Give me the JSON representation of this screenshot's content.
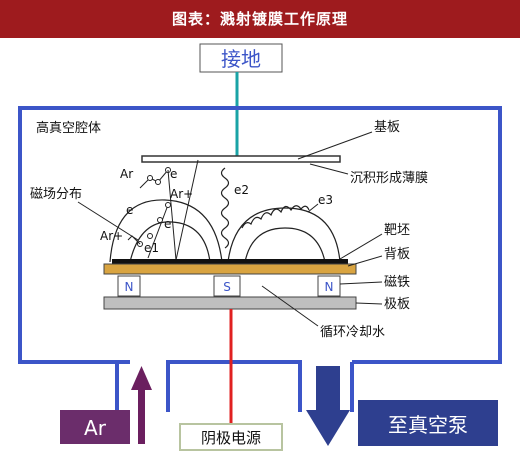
{
  "header": {
    "title": "图表：溅射镀膜工作原理"
  },
  "labels": {
    "ground": "接地",
    "chamber": "高真空腔体",
    "substrate": "基板",
    "deposition": "沉积形成薄膜",
    "magnetic_field": "磁场分布",
    "target": "靶坯",
    "backing_plate": "背板",
    "magnet": "磁铁",
    "pole_plate": "极板",
    "cooling_water": "循环冷却水",
    "ar_gas": "Ar",
    "cathode_power": "阴极电源",
    "vacuum_pump": "至真空泵"
  },
  "particles": {
    "ar_atom": "Ar",
    "ar_ion_left": "Ar+",
    "ar_ion_upper": "Ar+",
    "electron_1": "e",
    "electron_2": "e",
    "electron_3": "e",
    "electron_e1": "e1",
    "electron_e2": "e2",
    "electron_e3": "e3"
  },
  "magnets": {
    "left": "N",
    "center": "S",
    "right": "N"
  },
  "colors": {
    "banner": "#9e1b1e",
    "chamber_wall": "#3c55c8",
    "ground_wire": "#1aa3a6",
    "cathode_wire": "#e02020",
    "backing_plate": "#d9a441",
    "pole_plate": "#bfbfbf",
    "ar_box": "#6b2d6b",
    "ar_arrow": "#6b1f5f",
    "pump_arrow": "#2e3f8f",
    "pump_box": "#2e3f8f"
  }
}
